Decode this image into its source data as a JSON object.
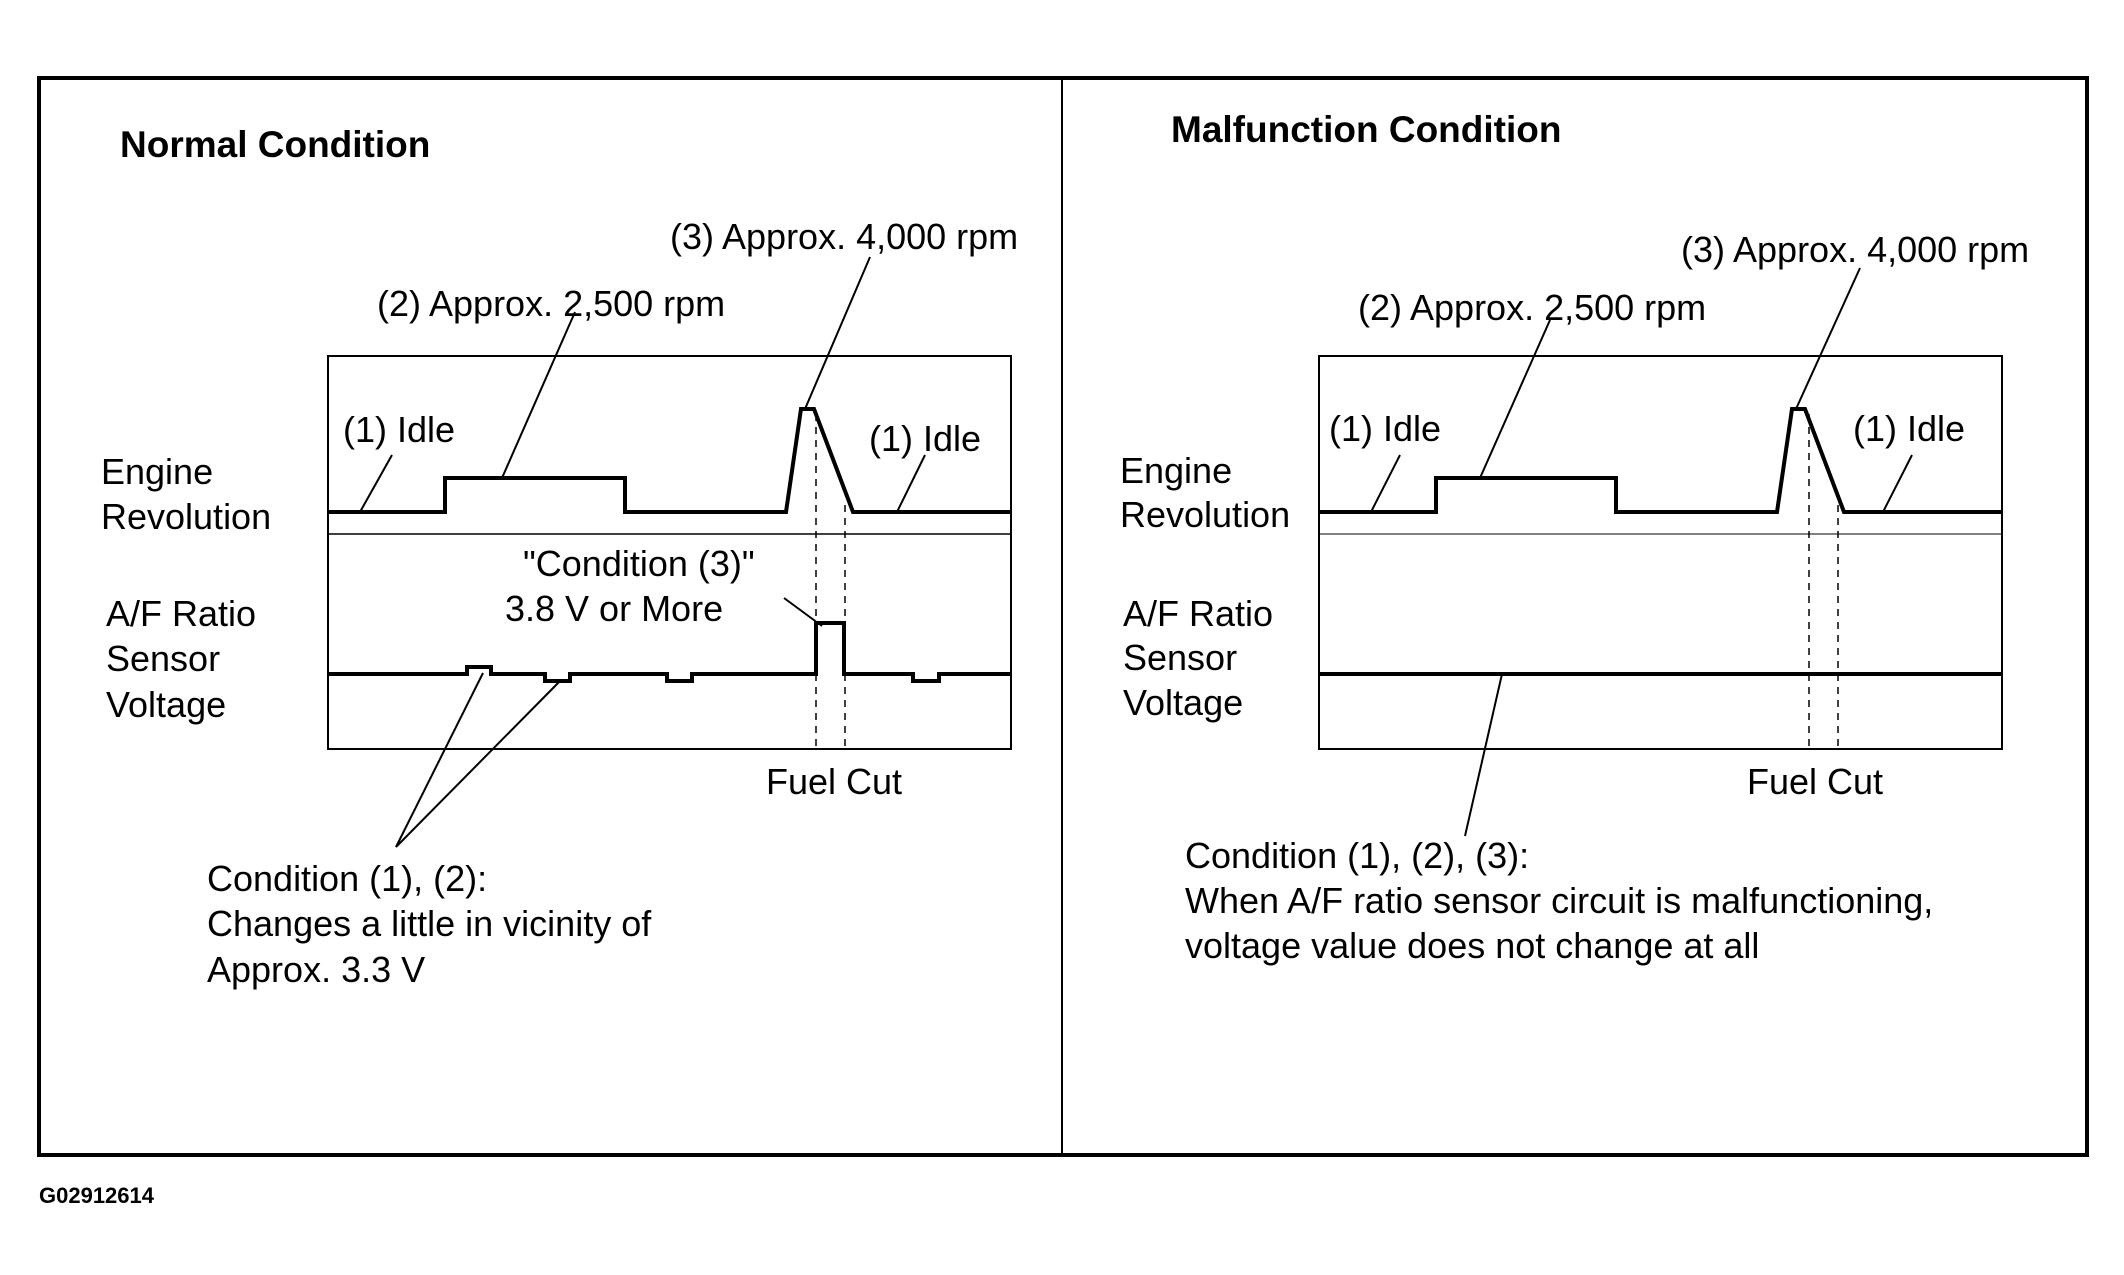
{
  "diagram_code": "G02912614",
  "colors": {
    "ink": "#000000",
    "background": "#ffffff"
  },
  "normal": {
    "title": "Normal Condition",
    "label_rpm_4000": "(3) Approx. 4,000 rpm",
    "label_rpm_2500": "(2) Approx. 2,500 rpm",
    "label_idle_left": "(1) Idle",
    "label_idle_right": "(1) Idle",
    "engine_rev_line1": "Engine",
    "engine_rev_line2": "Revolution",
    "af_line1": "A/F Ratio",
    "af_line2": "Sensor",
    "af_line3": "Voltage",
    "cond3_line1": "\"Condition (3)\"",
    "cond3_line2": "3.8 V or More",
    "fuel_cut": "Fuel Cut",
    "note_line1": "Condition (1), (2):",
    "note_line2": "Changes a little in vicinity of",
    "note_line3": "Approx. 3.3 V"
  },
  "malfunction": {
    "title": "Malfunction Condition",
    "label_rpm_4000": "(3) Approx. 4,000 rpm",
    "label_rpm_2500": "(2) Approx. 2,500 rpm",
    "label_idle_left": "(1) Idle",
    "label_idle_right": "(1) Idle",
    "engine_rev_line1": "Engine",
    "engine_rev_line2": "Revolution",
    "af_line1": "A/F Ratio",
    "af_line2": "Sensor",
    "af_line3": "Voltage",
    "fuel_cut": "Fuel Cut",
    "note_line1": "Condition (1), (2), (3):",
    "note_line2": "When A/F ratio sensor circuit is malfunctioning,",
    "note_line3": "voltage value does not change at all"
  }
}
